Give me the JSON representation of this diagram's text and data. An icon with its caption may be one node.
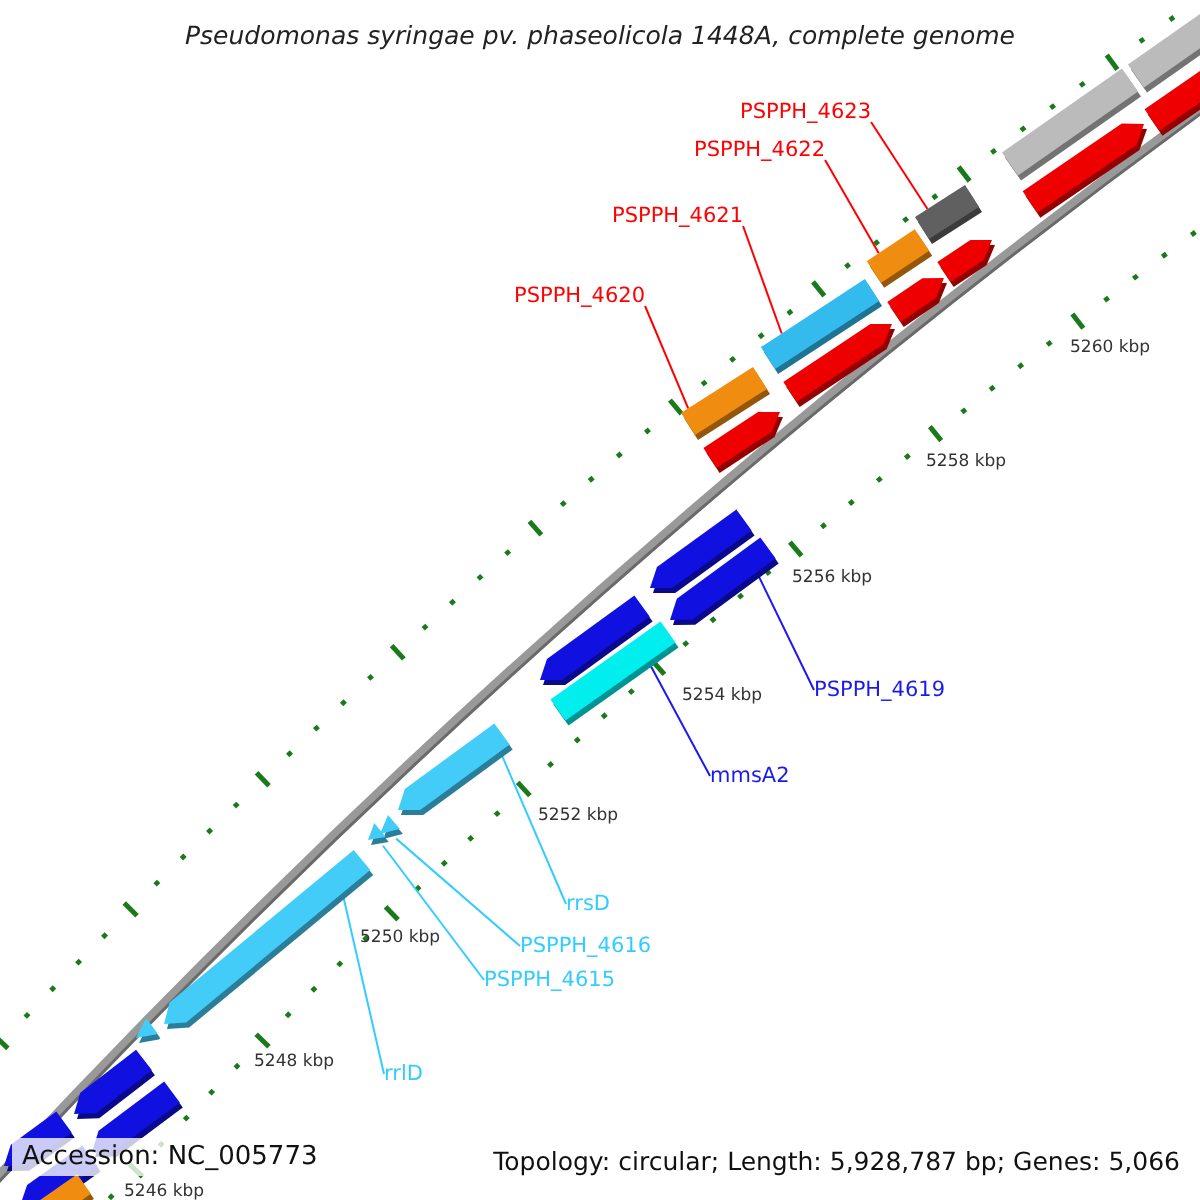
{
  "diagram": {
    "title": "Pseudomonas syringae pv. phaseolicola 1448A, complete genome",
    "nodes": [
      {
        "text": [
          "PSPPH_4623"
        ]
      },
      {
        "text": [
          "PSPPH_4622"
        ]
      },
      {
        "text": [
          "PSPPH_4621"
        ]
      },
      {
        "text": [
          "PSPPH_4620"
        ]
      },
      {
        "text": [
          "PSPPH_4619"
        ]
      },
      {
        "text": [
          "mmsA2"
        ]
      },
      {
        "text": [
          "rrsD"
        ]
      },
      {
        "text": [
          "PSPPH_4616"
        ]
      },
      {
        "text": [
          "PSPPH_4615"
        ]
      },
      {
        "text": [
          "rrlD"
        ]
      },
      {
        "text": [],
        "shape": "bar"
      },
      {
        "text": [],
        "shape": "bar"
      },
      {
        "text": [],
        "shape": "bar"
      },
      {
        "text": [],
        "shape": "bar"
      },
      {
        "text": [],
        "shape": "arrow"
      },
      {
        "text": [],
        "shape": "bar"
      },
      {
        "text": [],
        "shape": "arrow"
      },
      {
        "text": [],
        "shape": "arrow"
      },
      {
        "text": [],
        "shape": "arrow"
      },
      {
        "text": [],
        "shape": "arrow"
      }
    ],
    "edges": [
      {
        "from": 0,
        "to": 10,
        "arrow": "none",
        "color": "#ff0000"
      },
      {
        "from": 1,
        "to": 11,
        "arrow": "none",
        "color": "#ff0000"
      },
      {
        "from": 2,
        "to": 12,
        "arrow": "none",
        "color": "#ff0000"
      },
      {
        "from": 3,
        "to": 13,
        "arrow": "none",
        "color": "#ff0000"
      },
      {
        "from": 4,
        "to": 14,
        "arrow": "none",
        "color": "#1a1aee"
      },
      {
        "from": 5,
        "to": 15,
        "arrow": "none",
        "color": "#1a1aee"
      },
      {
        "from": 6,
        "to": 16,
        "arrow": "none",
        "color": "#33ccff"
      },
      {
        "from": 7,
        "to": 17,
        "arrow": "none",
        "color": "#33ccff"
      },
      {
        "from": 8,
        "to": 18,
        "arrow": "none",
        "color": "#33ccff"
      },
      {
        "from": 9,
        "to": 19,
        "arrow": "none",
        "color": "#33ccff"
      }
    ],
    "labels": [
      "5260 kbp",
      "5258 kbp",
      "5256 kbp",
      "5254 kbp",
      "5252 kbp",
      "5250 kbp",
      "5248 kbp",
      "5246 kbp",
      "Accession: NC_005773",
      "Topology: circular; Length: 5,928,787 bp; Genes: 5,066"
    ]
  }
}
